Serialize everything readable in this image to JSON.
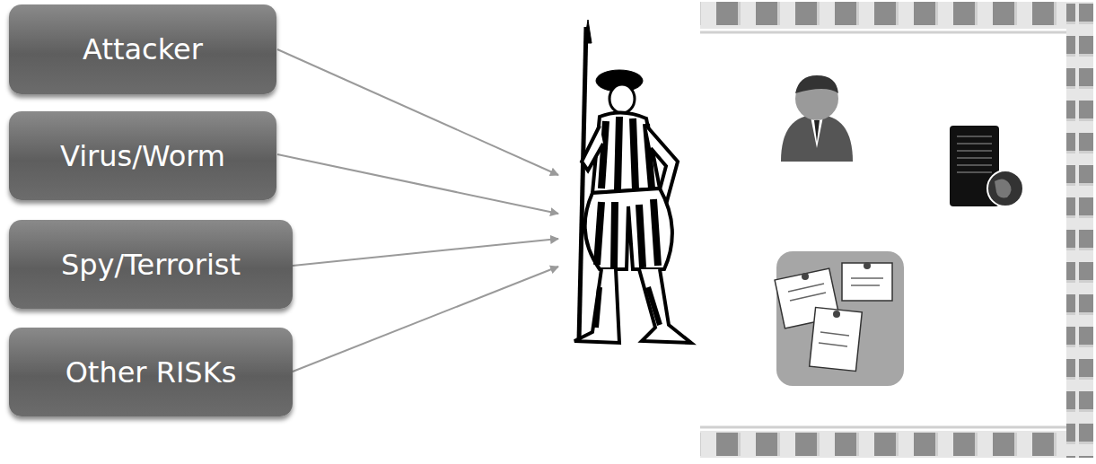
{
  "diagram": {
    "nodes": [
      {
        "text": [
          "Attacker"
        ]
      },
      {
        "text": [
          "Virus/Worm"
        ]
      },
      {
        "text": [
          "Spy/Terrorist"
        ]
      },
      {
        "text": [
          "Other RISKs"
        ]
      }
    ]
  }
}
